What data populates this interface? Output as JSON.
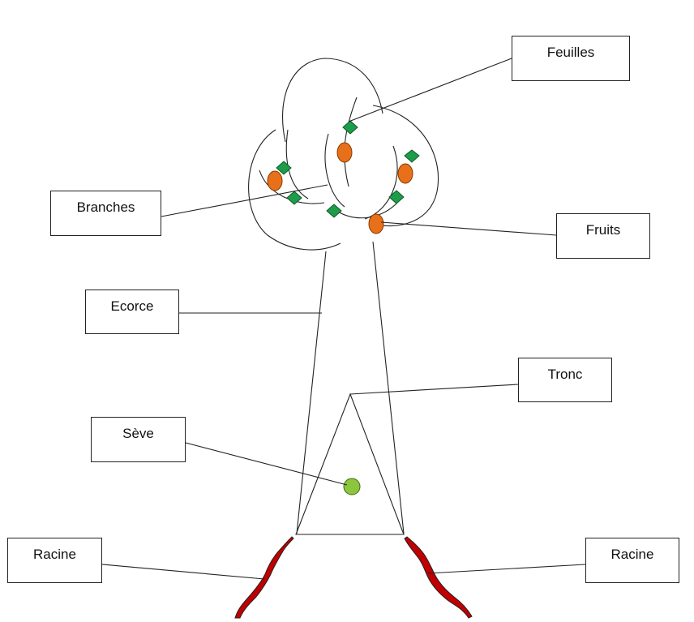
{
  "labels": {
    "feuilles": "Feuilles",
    "branches": "Branches",
    "fruits": "Fruits",
    "ecorce": "Ecorce",
    "tronc": "Tronc",
    "seve": "Sève",
    "racine_left": "Racine",
    "racine_right": "Racine"
  },
  "colors": {
    "leaf": "#1e9c4a",
    "fruit": "#e8701a",
    "sap": "#8cc63f",
    "root": "#c00000",
    "line": "#222222"
  }
}
